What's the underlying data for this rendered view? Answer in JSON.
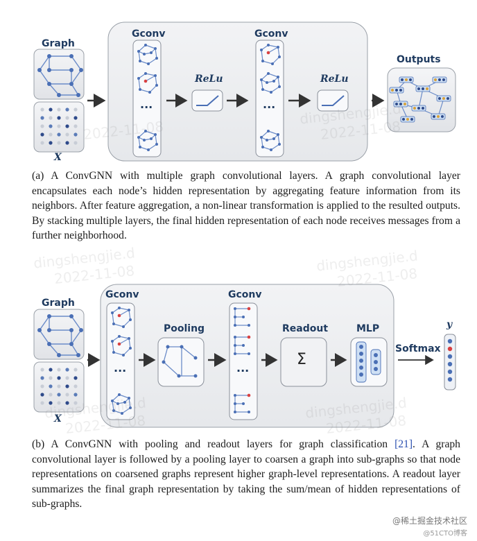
{
  "diagram_a": {
    "graph_label": "Graph",
    "x_label": "X",
    "gconv1_label": "Gconv",
    "relu1_label": "ReLu",
    "gconv2_label": "Gconv",
    "relu2_label": "ReLu",
    "outputs_label": "Outputs",
    "ellipsis": "...",
    "caption": "(a) A ConvGNN with multiple graph convolutional layers. A graph convolutional layer encapsulates each node’s hidden representation by aggregating feature information from its neighbors. After feature aggregation, a non-linear transformation is applied to the resulted outputs. By stacking multiple layers, the final hidden representation of each node receives messages from a further neighborhood."
  },
  "diagram_b": {
    "graph_label": "Graph",
    "x_label": "X",
    "gconv1_label": "Gconv",
    "pooling_label": "Pooling",
    "gconv2_label": "Gconv",
    "readout_label": "Readout",
    "readout_symbol": "Σ",
    "mlp_label": "MLP",
    "softmax_label": "Softmax",
    "y_label": "y",
    "ellipsis": "...",
    "caption_pre": "(b) A ConvGNN with pooling and readout layers for graph classification ",
    "caption_ref": "[21]",
    "caption_post": ". A graph convolutional layer is followed by a pooling layer to coarsen a graph into sub-graphs so that node representations on coarsened graphs represent higher graph-level representations. A readout layer summarizes the final graph representation by taking the sum/mean of hidden representations of sub-graphs."
  },
  "watermarks": {
    "name": "dingshengjie.d",
    "date": "2022-11-08"
  },
  "footer": {
    "credit": "@稀土掘金技术社区",
    "credit2": "@51CTO博客"
  },
  "colors": {
    "node": "#4a6fb5",
    "edge": "#6a8bc8",
    "highlight": "#d94040",
    "panel_border": "#9aa0a8",
    "label": "#1e3a5f"
  }
}
